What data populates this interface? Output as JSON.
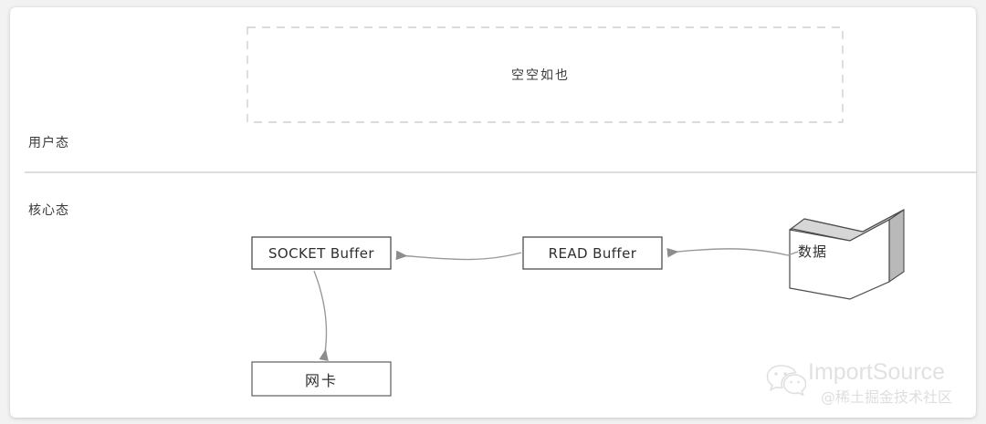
{
  "diagram": {
    "title": "zero-copy data flow diagram",
    "sections": {
      "user_space_label": "用户态",
      "kernel_space_label": "核心态"
    },
    "empty_region": {
      "caption": "空空如也",
      "border_style": "dashed",
      "border_color": "#cccccc"
    },
    "nodes": [
      {
        "id": "socket-buffer",
        "label": "SOCKET Buffer",
        "shape": "rect"
      },
      {
        "id": "read-buffer",
        "label": "READ Buffer",
        "shape": "rect"
      },
      {
        "id": "nic",
        "label": "网卡",
        "shape": "rect"
      },
      {
        "id": "data",
        "label": "数据",
        "shape": "block-3d"
      }
    ],
    "edges": [
      {
        "id": "edge-data-to-read",
        "from": "data",
        "to": "read-buffer",
        "direction": "left"
      },
      {
        "id": "edge-read-to-socket",
        "from": "read-buffer",
        "to": "socket-buffer",
        "direction": "left"
      },
      {
        "id": "edge-socket-to-nic",
        "from": "socket-buffer",
        "to": "nic",
        "direction": "down"
      }
    ],
    "colors": {
      "stroke": "#4a4a4a",
      "divider": "#d0d0d0",
      "arrow": "#8a8a8a",
      "block_top_fill": "#d9d9d9",
      "block_side_fill": "#b5b5b5",
      "block_face_fill": "#ffffff",
      "canvas": "#ffffff",
      "page": "#f2f2f2"
    }
  },
  "watermark": {
    "icon": "wechat-icon",
    "brand": "ImportSource",
    "community": "@稀土掘金技术社区"
  }
}
